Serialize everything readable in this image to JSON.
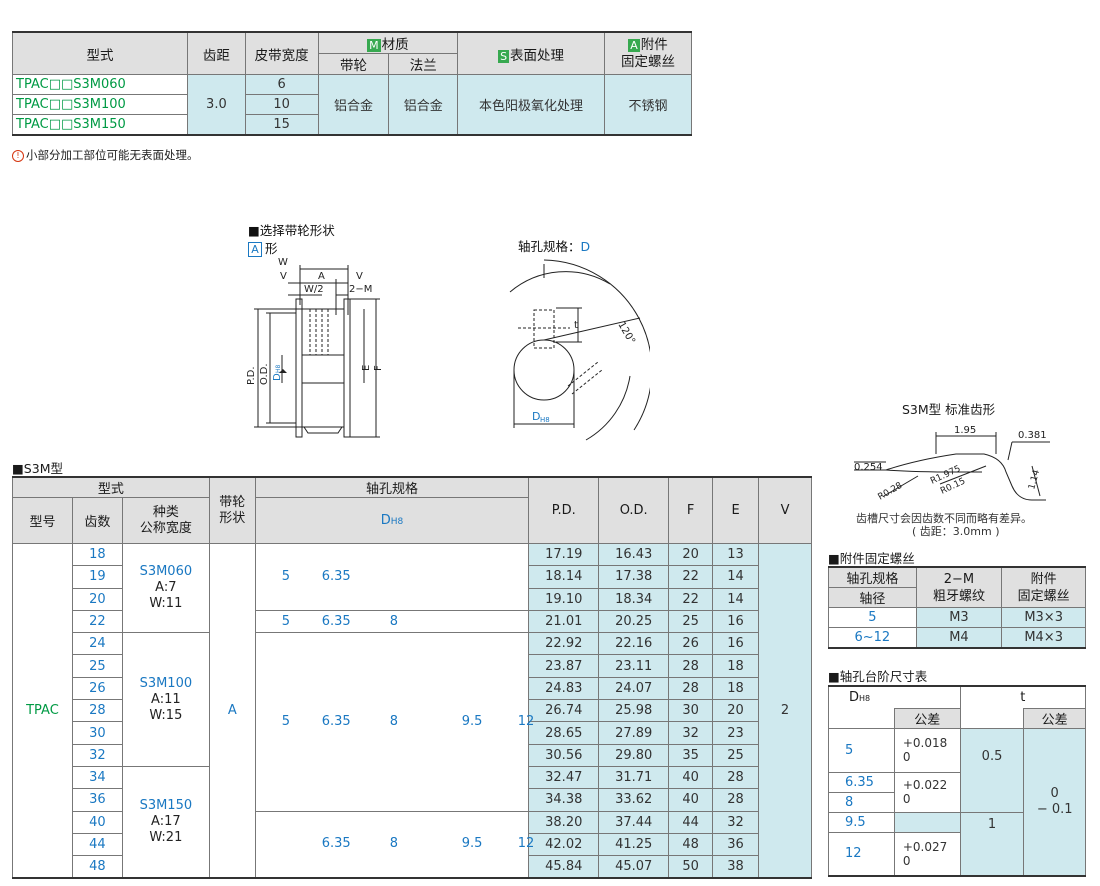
{
  "spec_table": {
    "headers": {
      "model": "型式",
      "pitch": "齿距",
      "belt_width": "皮带宽度",
      "material": "材质",
      "material_tag": "M",
      "pulley": "带轮",
      "flange": "法兰",
      "surface": "表面处理",
      "surface_tag": "S",
      "accessory_tag": "A",
      "accessory_l1": "附件",
      "accessory_l2": "固定螺丝"
    },
    "rows": [
      {
        "model": "TPAC□□S3M060",
        "width": "6"
      },
      {
        "model": "TPAC□□S3M100",
        "width": "10"
      },
      {
        "model": "TPAC□□S3M150",
        "width": "15"
      }
    ],
    "pitch": "3.0",
    "pulley_material": "铝合金",
    "flange_material": "铝合金",
    "surface": "本色阳极氧化处理",
    "accessory": "不锈钢"
  },
  "note": "小部分加工部位可能无表面处理。",
  "note_icon": "warning-circle-icon",
  "drawing": {
    "shape_title": "■选择带轮形状",
    "shape_tag": "A",
    "shape_suffix": "形",
    "dim_W": "W",
    "dim_A": "A",
    "dim_V": "V",
    "dim_W2": "W/2",
    "dim_2M": "2−M",
    "dim_PD": "P.D.",
    "dim_OD": "O.D.",
    "dim_D": "D",
    "dim_H8": "H8",
    "dim_E": "E",
    "dim_F": "F",
    "bore_title": "轴孔规格：",
    "bore_code": "D",
    "angle": "120°",
    "dim_t": "t",
    "tooth_title": "S3M型 标准齿形",
    "tooth_d195": "1.95",
    "tooth_d0381": "0.381",
    "tooth_d0254": "0.254",
    "tooth_r028": "R0.28",
    "tooth_r1975": "R1.975",
    "tooth_r015": "R0.15",
    "tooth_d114": "1.14",
    "tooth_note1": "齿槽尺寸会因齿数不同而略有差异。",
    "tooth_note2": "( 齿距：3.0mm )"
  },
  "main_table": {
    "section": "■S3M型",
    "h_model": "型式",
    "h_type": "型号",
    "h_teeth": "齿数",
    "h_kind_l1": "种类",
    "h_kind_l2": "公称宽度",
    "h_shape_l1": "带轮",
    "h_shape_l2": "形状",
    "h_bore": "轴孔规格",
    "h_D": "D",
    "h_H8": "H8",
    "h_pd": "P.D.",
    "h_od": "O.D.",
    "h_f": "F",
    "h_e": "E",
    "h_v": "V",
    "type": "TPAC",
    "shape": "A",
    "v": "2",
    "kinds": [
      {
        "name": "S3M060",
        "a": "A:7",
        "w": "W:11"
      },
      {
        "name": "S3M100",
        "a": "A:11",
        "w": "W:15"
      },
      {
        "name": "S3M150",
        "a": "A:17",
        "w": "W:21"
      }
    ],
    "bore_groups": [
      [
        "5",
        "6.35"
      ],
      [
        "5",
        "6.35",
        "8"
      ],
      [
        "5",
        "6.35",
        "8",
        "9.5",
        "12"
      ],
      [
        "",
        "6.35",
        "8",
        "9.5",
        "12"
      ]
    ],
    "rows": [
      {
        "teeth": "18",
        "pd": "17.19",
        "od": "16.43",
        "f": "20",
        "e": "13"
      },
      {
        "teeth": "19",
        "pd": "18.14",
        "od": "17.38",
        "f": "22",
        "e": "14"
      },
      {
        "teeth": "20",
        "pd": "19.10",
        "od": "18.34",
        "f": "22",
        "e": "14"
      },
      {
        "teeth": "22",
        "pd": "21.01",
        "od": "20.25",
        "f": "25",
        "e": "16"
      },
      {
        "teeth": "24",
        "pd": "22.92",
        "od": "22.16",
        "f": "26",
        "e": "16"
      },
      {
        "teeth": "25",
        "pd": "23.87",
        "od": "23.11",
        "f": "28",
        "e": "18"
      },
      {
        "teeth": "26",
        "pd": "24.83",
        "od": "24.07",
        "f": "28",
        "e": "18"
      },
      {
        "teeth": "28",
        "pd": "26.74",
        "od": "25.98",
        "f": "30",
        "e": "20"
      },
      {
        "teeth": "30",
        "pd": "28.65",
        "od": "27.89",
        "f": "32",
        "e": "23"
      },
      {
        "teeth": "32",
        "pd": "30.56",
        "od": "29.80",
        "f": "35",
        "e": "25"
      },
      {
        "teeth": "34",
        "pd": "32.47",
        "od": "31.71",
        "f": "40",
        "e": "28"
      },
      {
        "teeth": "36",
        "pd": "34.38",
        "od": "33.62",
        "f": "40",
        "e": "28"
      },
      {
        "teeth": "40",
        "pd": "38.20",
        "od": "37.44",
        "f": "44",
        "e": "32"
      },
      {
        "teeth": "44",
        "pd": "42.02",
        "od": "41.25",
        "f": "48",
        "e": "36"
      },
      {
        "teeth": "48",
        "pd": "45.84",
        "od": "45.07",
        "f": "50",
        "e": "38"
      }
    ]
  },
  "screw_table": {
    "title": "■附件固定螺丝",
    "h_bore": "轴孔规格",
    "h_dia": "轴径",
    "h_thread_l1": "2−M",
    "h_thread_l2": "粗牙螺纹",
    "h_acc_l1": "附件",
    "h_acc_l2": "固定螺丝",
    "rows": [
      {
        "dia": "5",
        "thread": "M3",
        "acc": "M3×3"
      },
      {
        "dia": "6~12",
        "thread": "M4",
        "acc": "M4×3"
      }
    ]
  },
  "step_table": {
    "title": "■轴孔台阶尺寸表",
    "h_D": "D",
    "h_H8": "H8",
    "h_tol": "公差",
    "h_t": "t",
    "h_t_tol": "公差",
    "d5": "5",
    "d635": "6.35",
    "d8": "8",
    "d95": "9.5",
    "d12": "12",
    "tol1_a": "+0.018",
    "tol1_b": "0",
    "tol2_a": "+0.022",
    "tol2_b": "0",
    "tol3_a": "+0.027",
    "tol3_b": "0",
    "t1": "0.5",
    "t2": "1",
    "t_tol_a": "0",
    "t_tol_b": "− 0.1"
  }
}
